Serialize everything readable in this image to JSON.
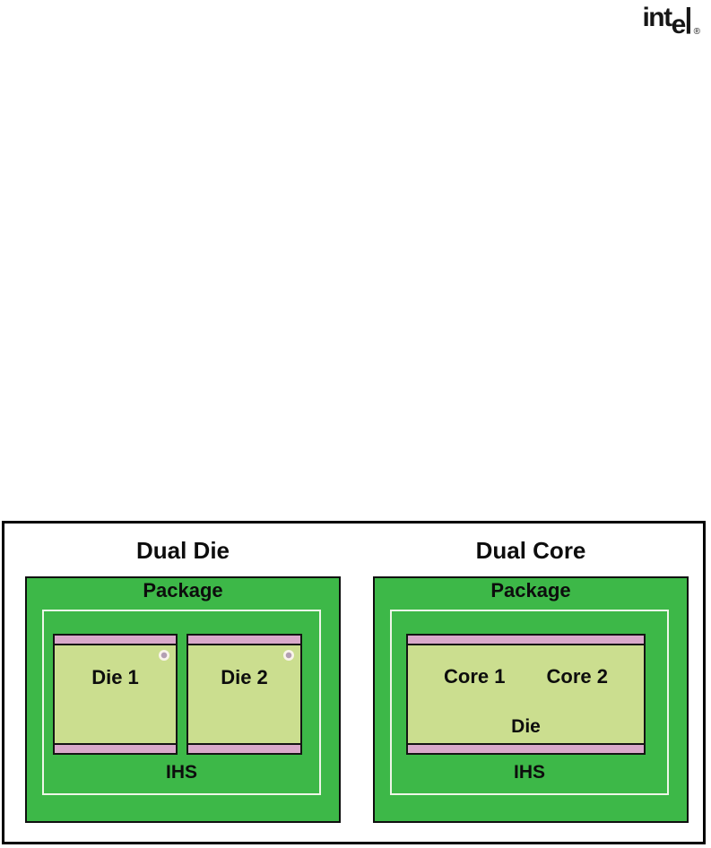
{
  "logo": {
    "text_int": "int",
    "text_e": "e",
    "text_l": "l",
    "registered": "®",
    "color": "#161616"
  },
  "figure": {
    "colors": {
      "package_green": "#3db848",
      "die_fill_green": "#cbde8f",
      "attach_strip_pink": "#d9a9ca",
      "ihs_outline_white": "#eef6e8",
      "frame_border_black": "#000000"
    },
    "panels": [
      {
        "title": "Dual Die",
        "package_label": "Package",
        "ihs_label": "IHS",
        "dies": [
          {
            "label": "Die 1"
          },
          {
            "label": "Die 2"
          }
        ]
      },
      {
        "title": "Dual Core",
        "package_label": "Package",
        "ihs_label": "IHS",
        "die_label": "Die",
        "cores": [
          {
            "label": "Core 1"
          },
          {
            "label": "Core 2"
          }
        ]
      }
    ]
  }
}
